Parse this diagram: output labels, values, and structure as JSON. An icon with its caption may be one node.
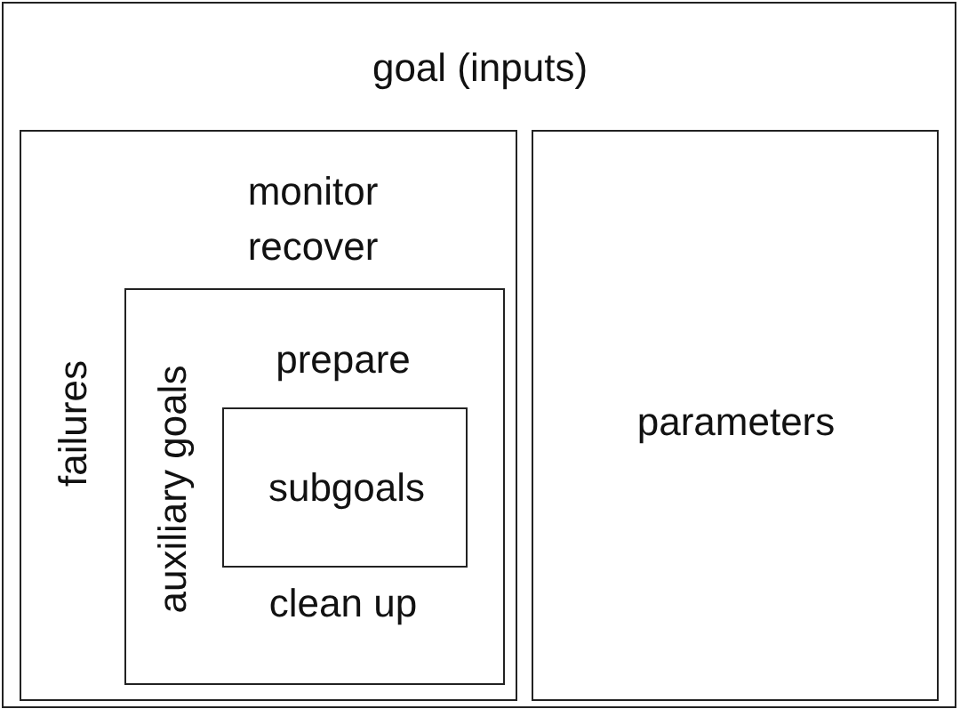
{
  "diagram": {
    "nodes": [
      {
        "text": [
          "goal (inputs)"
        ]
      },
      {
        "text": [
          "monitor recover",
          "failures"
        ],
        "in": 0
      },
      {
        "text": [
          "prepare",
          "auxiliary goals",
          "clean up"
        ],
        "in": 1
      },
      {
        "text": [
          "subgoals"
        ],
        "in": 2
      },
      {
        "text": [
          "parameters"
        ],
        "in": 0
      }
    ]
  }
}
